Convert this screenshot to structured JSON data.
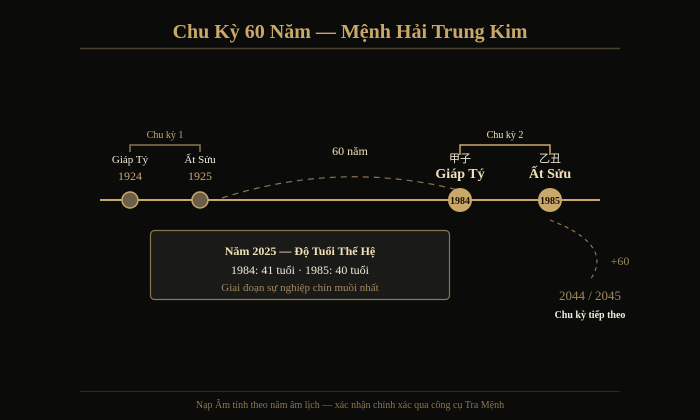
{
  "title": "Chu Kỳ 60 Năm — Mệnh Hải Trung Kim",
  "colors": {
    "background": "#0b0b0a",
    "gold": "#c9a86a",
    "muted_gold": "#a08a5e",
    "node_fill_past": "#6b5f4a",
    "box_fill": "#1a1a18"
  },
  "cycle1": {
    "label": "Chu kỳ 1",
    "nodes": [
      {
        "name": "Giáp Tý",
        "year": "1924"
      },
      {
        "name": "Ất Sửu",
        "year": "1925"
      }
    ]
  },
  "span_label": "60 năm",
  "cycle2": {
    "label": "Chu kỳ 2",
    "nodes": [
      {
        "hanzi": "甲子",
        "name": "Giáp Tý",
        "year": "1984"
      },
      {
        "hanzi": "乙丑",
        "name": "Ất Sửu",
        "year": "1985"
      }
    ]
  },
  "next_cycle": {
    "offset": "+60",
    "years": "2044 / 2045",
    "label": "Chu kỳ tiếp theo"
  },
  "info_box": {
    "title": "Năm 2025 — Độ Tuổi Thế Hệ",
    "ages": "1984: 41 tuổi · 1985: 40 tuổi",
    "note": "Giai đoạn sự nghiệp chín muồi nhất"
  },
  "footer": "Nạp Âm tính theo năm âm lịch — xác nhận chính xác qua công cụ Tra Mệnh"
}
